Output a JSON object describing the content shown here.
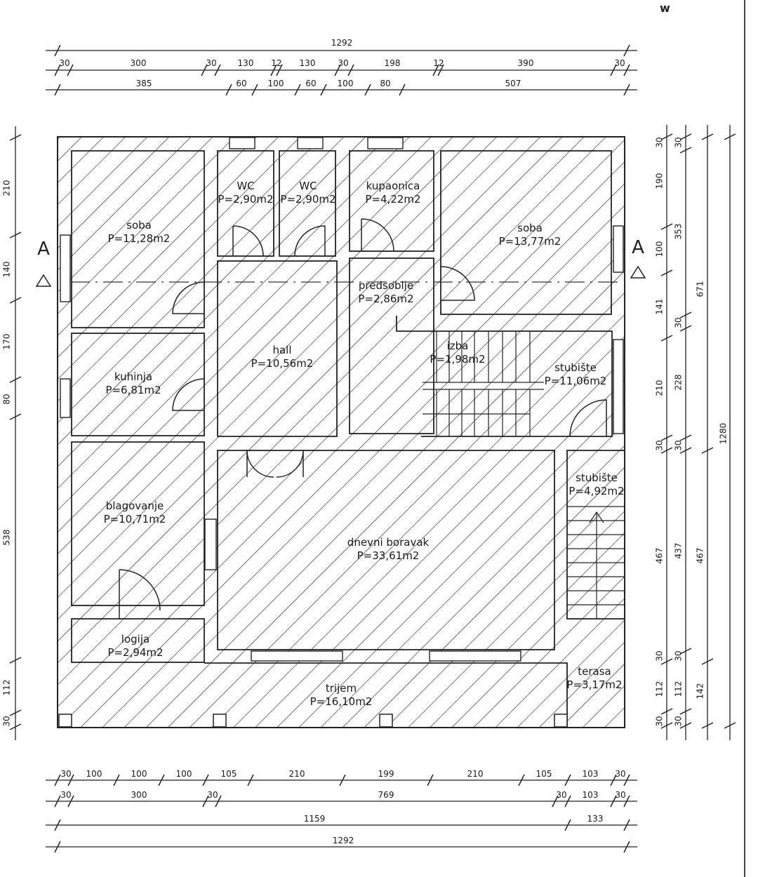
{
  "drawing": {
    "type": "architectural floor plan",
    "north_marker": "w",
    "section_marker": "A"
  },
  "rooms": [
    {
      "name": "soba",
      "area": "P=11,28m2"
    },
    {
      "name": "WC",
      "area": "P=2,90m2"
    },
    {
      "name": "WC",
      "area": "P=2,90m2"
    },
    {
      "name": "kupaonica",
      "area": "P=4,22m2"
    },
    {
      "name": "soba",
      "area": "P=13,77m2"
    },
    {
      "name": "predsoblje",
      "area": "P=2,86m2"
    },
    {
      "name": "izba",
      "area": "P=1,98m2"
    },
    {
      "name": "hall",
      "area": "P=10,56m2"
    },
    {
      "name": "kuhinja",
      "area": "P=6,81m2"
    },
    {
      "name": "stubište",
      "area": "P=11,06m2"
    },
    {
      "name": "stubište",
      "area": "P=4,92m2"
    },
    {
      "name": "blagovanje",
      "area": "P=10,71m2"
    },
    {
      "name": "dnevni boravak",
      "area": "P=33,61m2"
    },
    {
      "name": "logija",
      "area": "P=2,94m2"
    },
    {
      "name": "trijem",
      "area": "P=16,10m2"
    },
    {
      "name": "terasa",
      "area": "P=3,17m2"
    }
  ],
  "dimensions": {
    "top": {
      "row1": [
        "1292"
      ],
      "row2": [
        "30",
        "300",
        "30",
        "130",
        "12",
        "130",
        "30",
        "198",
        "12",
        "390",
        "30"
      ],
      "row3": [
        "385",
        "60",
        "100",
        "60",
        "100",
        "80",
        "507"
      ]
    },
    "bottom": {
      "row1": [
        "30",
        "100",
        "100",
        "100",
        "105",
        "210",
        "199",
        "210",
        "105",
        "103",
        "30"
      ],
      "row2": [
        "30",
        "300",
        "30",
        "769",
        "30",
        "103",
        "30"
      ],
      "row3": [
        "1159",
        "133"
      ],
      "row4": [
        "1292"
      ]
    },
    "left": [
      "210",
      "140",
      "170",
      "80",
      "538",
      "112",
      "30"
    ],
    "right": {
      "col1": [
        "30",
        "190",
        "100",
        "141",
        "210",
        "30",
        "467",
        "30",
        "112",
        "30"
      ],
      "col2": [
        "30",
        "353",
        "30",
        "228",
        "30",
        "437",
        "30",
        "112",
        "30"
      ],
      "col3": [
        "671",
        "467",
        "142"
      ],
      "col4": [
        "1280"
      ]
    }
  }
}
